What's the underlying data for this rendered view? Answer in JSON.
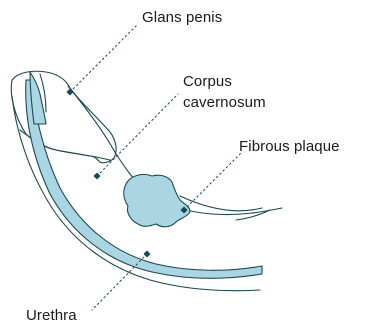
{
  "labels": {
    "glans_penis": "Glans penis",
    "corpus_cavernosum_line1": "Corpus",
    "corpus_cavernosum_line2": "cavernosum",
    "fibrous_plaque": "Fibrous plaque",
    "urethra": "Urethra"
  },
  "colors": {
    "outline": "#1c4752",
    "fill": "#a9d6e2",
    "marker": "#1c4752",
    "leader": "#1c4752",
    "text": "#1a1a1a"
  }
}
